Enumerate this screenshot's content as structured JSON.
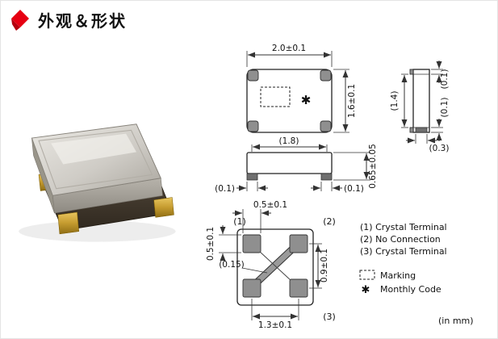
{
  "header": {
    "title": "外观＆形状"
  },
  "views": {
    "top": {
      "dim_width": "2.0±0.1",
      "dim_height": "1.6±0.1",
      "marking_symbol": "✱"
    },
    "front": {
      "dim_lid_width": "(1.8)",
      "dim_thickness": "0.65±0.05",
      "dim_pad_left": "(0.1)",
      "dim_pad_right": "(0.1)"
    },
    "side": {
      "dim_lid_length": "(1.4)",
      "dim_gap_top": "(0.1)",
      "dim_gap_bottom": "(0.1)",
      "dim_pad_width": "(0.3)"
    },
    "bottom": {
      "dim_pad_width": "0.5±0.1",
      "dim_pad_height": "0.5±0.1",
      "dim_pattern_gap": "(0.15)",
      "dim_pitch_vertical": "0.9±0.1",
      "dim_pitch_horizontal": "1.3±0.1",
      "label_terminal_1": "(1)",
      "label_terminal_2": "(2)",
      "label_terminal_3": "(3)"
    }
  },
  "legend": {
    "terminals": [
      "(1) Crystal Terminal",
      "(2) No Connection",
      "(3) Crystal Terminal"
    ],
    "marking_label": "Marking",
    "monthly_code_symbol": "✱",
    "monthly_code_label": "Monthly Code",
    "units_note": "(in mm)"
  },
  "colors": {
    "accent_red": "#e60012"
  }
}
